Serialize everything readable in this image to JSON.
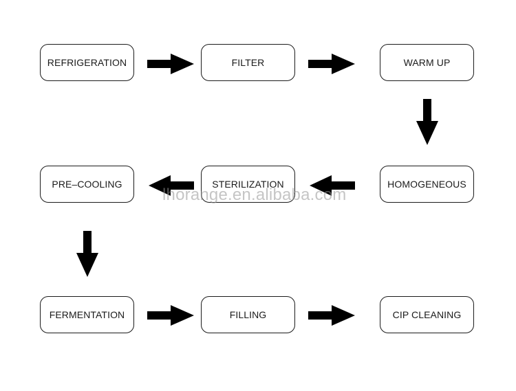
{
  "steps": {
    "refrigeration": "REFRIGERATION",
    "filter": "FILTER",
    "warm_up": "WARM UP",
    "homogeneous": "HOMOGENEOUS",
    "sterilization": "STERILIZATION",
    "pre_cooling": "PRE–COOLING",
    "fermentation": "FERMENTATION",
    "filling": "FILLING",
    "cip_cleaning": "CIP CLEANING"
  },
  "watermark": "lhorange.en.alibaba.com",
  "colors": {
    "stroke": "#1a1a1a",
    "arrow": "#000000",
    "background": "#ffffff"
  }
}
